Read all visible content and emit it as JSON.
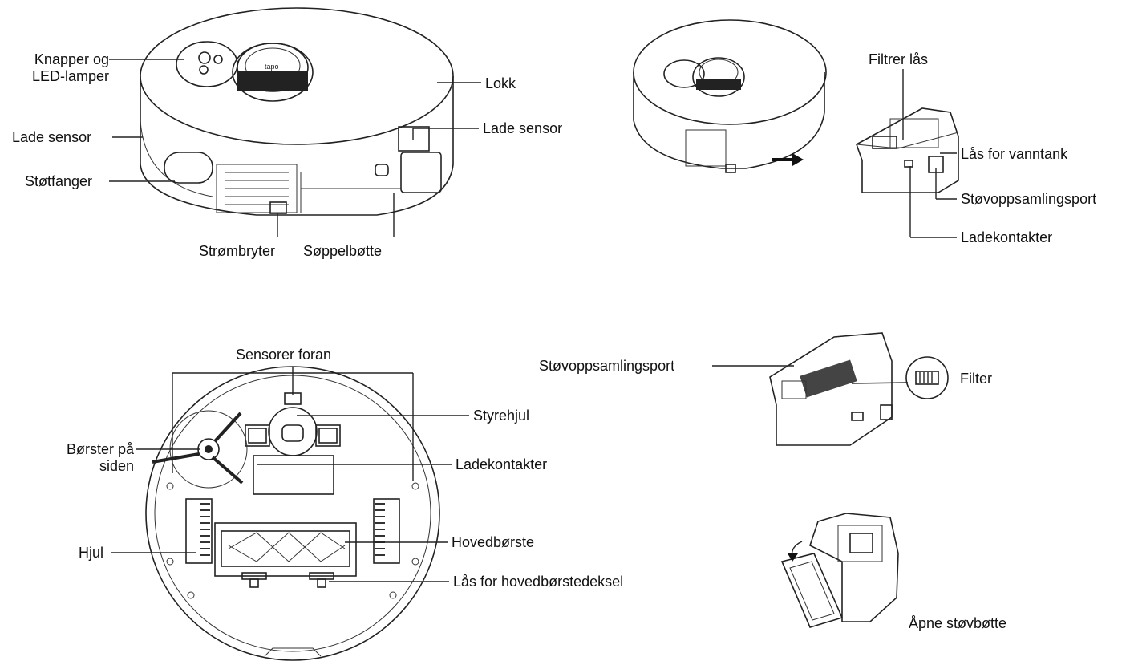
{
  "top_robot": {
    "buttons_leds": "Knapper og\nLED-lamper",
    "lid": "Lokk",
    "charge_sensor_left": "Lade sensor",
    "charge_sensor_right": "Lade sensor",
    "bumper": "Støtfanger",
    "power_switch": "Strømbryter",
    "dustbin": "Søppelbøtte",
    "logo_text": "tapo"
  },
  "dustbin_removal": {
    "filter_lock": "Filtrer lås",
    "water_tank_lock": "Lås for vanntank",
    "dust_port": "Støvoppsamlingsport",
    "charge_contacts": "Ladekontakter"
  },
  "bottom_robot": {
    "front_sensors": "Sensorer foran",
    "caster": "Styrehjul",
    "side_brush": "Børster på\nsiden",
    "charge_contacts": "Ladekontakter",
    "wheels": "Hjul",
    "main_brush": "Hovedbørste",
    "brush_cover_lock": "Lås for hovedbørstedeksel"
  },
  "filter_view": {
    "dust_port": "Støvoppsamlingsport",
    "filter": "Filter"
  },
  "open_bin": {
    "caption": "Åpne støvbøtte"
  }
}
